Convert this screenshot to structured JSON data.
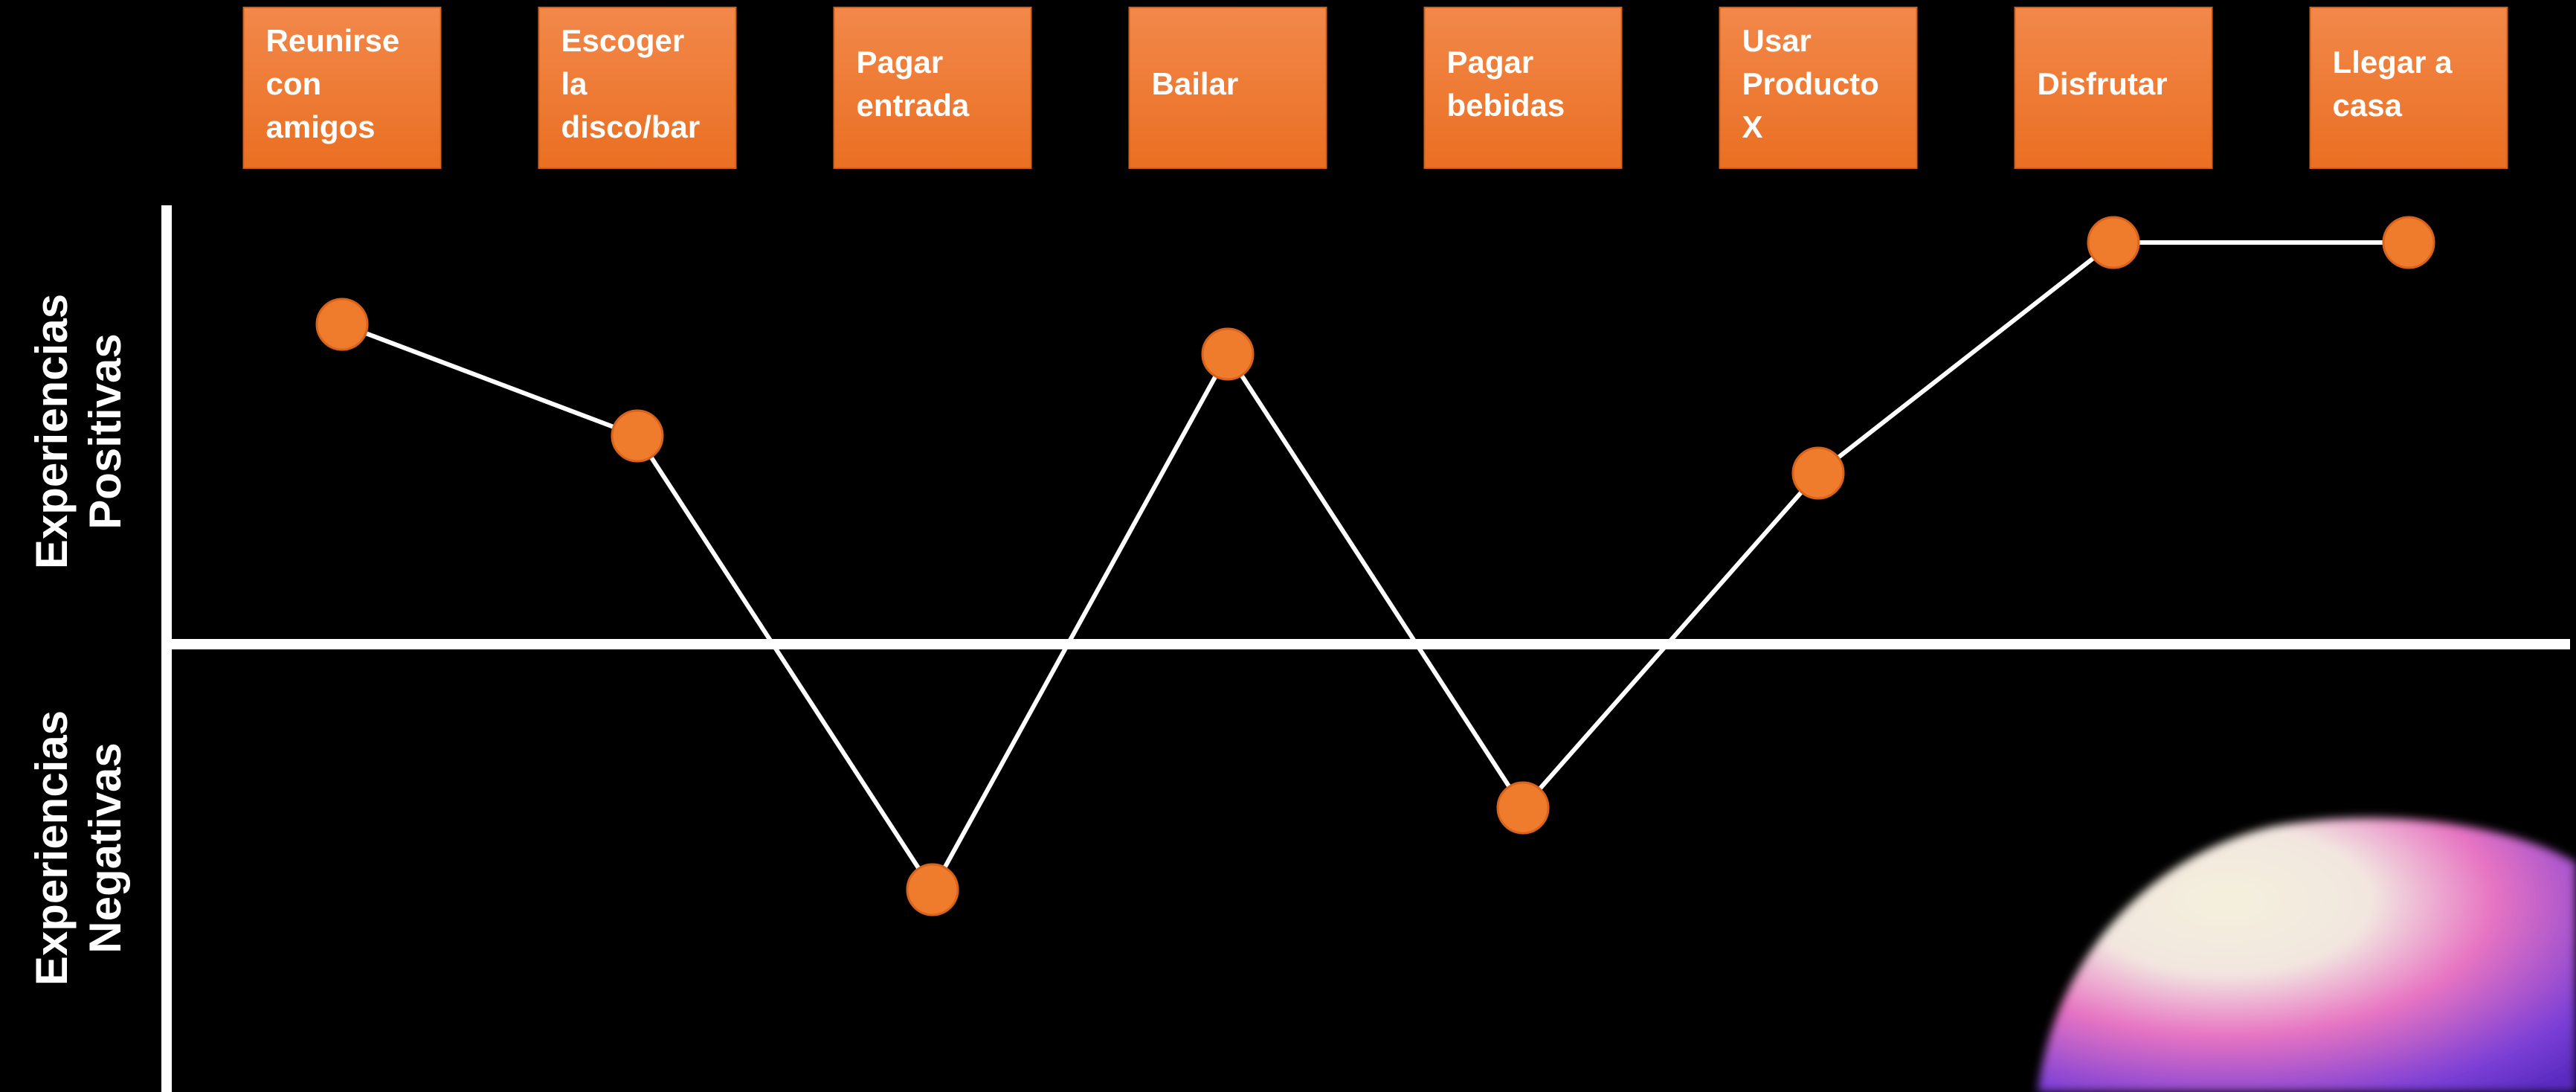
{
  "colors": {
    "background": "#000000",
    "box": "#ee7a2e",
    "box_border": "#d4601a",
    "point": "#ef7b2c",
    "line": "#ffffff",
    "axis": "#ffffff",
    "blob_light": "#f4f0dc",
    "blob_pink": "#e774c2",
    "blob_purple": "#7b3fd6"
  },
  "chart_data": {
    "type": "line",
    "categories": [
      [
        "Reunirse",
        "con",
        "amigos"
      ],
      [
        "Escoger",
        "la",
        "disco/bar"
      ],
      [
        "Pagar",
        "entrada"
      ],
      [
        "Bailar"
      ],
      [
        "Pagar",
        "bebidas"
      ],
      [
        "Usar",
        "Producto",
        "X"
      ],
      [
        "Disfrutar"
      ],
      [
        "Llegar a",
        "casa"
      ]
    ],
    "values": [
      4.3,
      2.8,
      -3.3,
      3.9,
      -2.2,
      2.3,
      5.4,
      5.4
    ],
    "ylim": [
      -6.5,
      6.5
    ],
    "positive_label": [
      "Experiencias",
      "Positivas"
    ],
    "negative_label": [
      "Experiencias",
      "Negativas"
    ],
    "grid": false,
    "legend": "none"
  }
}
